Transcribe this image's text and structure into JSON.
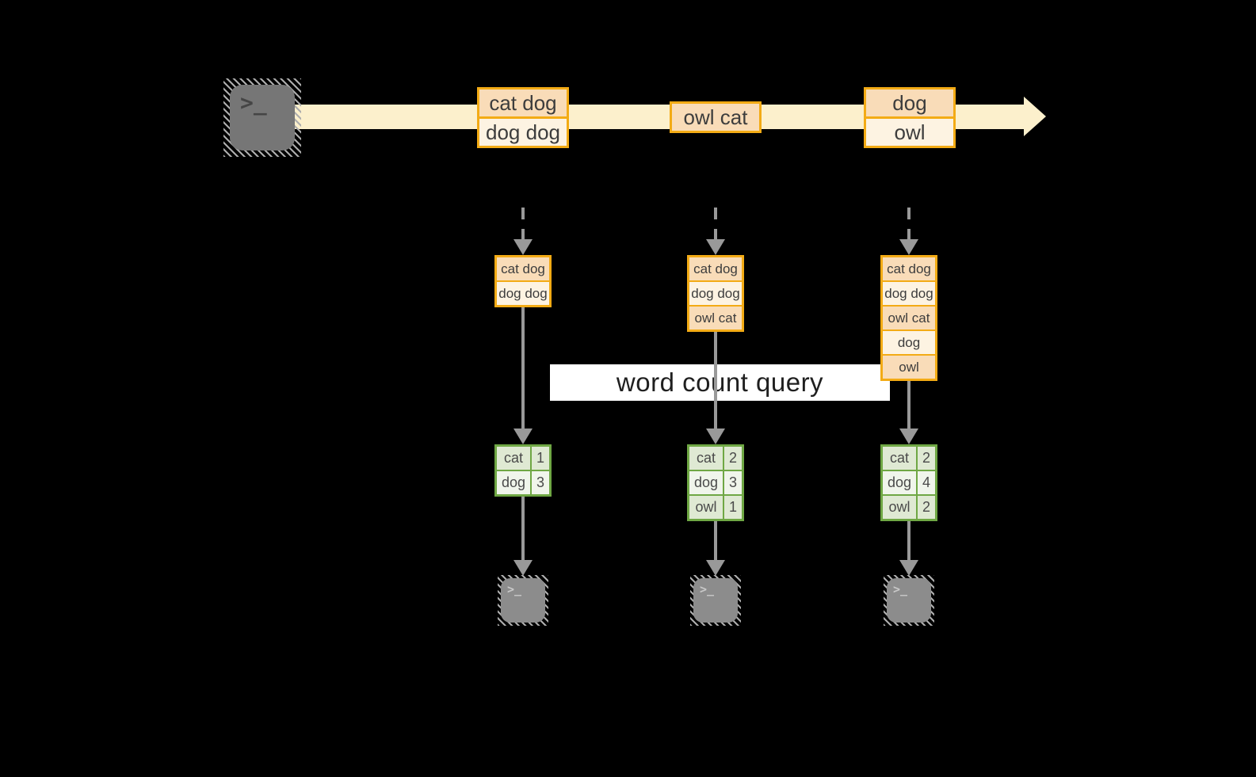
{
  "title": {
    "label": "word count query"
  },
  "colors": {
    "accent_gold": "#f3ab15",
    "peach": "#f9dcb8",
    "cream": "#fdf3e2",
    "stream_band": "#fcf0cc",
    "green": "#6fa744",
    "sage": "#dfe9d3",
    "pale_green": "#f0f5eb",
    "arrow_gray": "#999999"
  },
  "source_terminal": {
    "icon": "terminal-icon",
    "prompt": ">_"
  },
  "stream_batches": [
    {
      "rows": [
        "cat dog",
        "dog dog"
      ]
    },
    {
      "rows": [
        "owl cat"
      ]
    },
    {
      "rows": [
        "dog",
        "owl"
      ]
    }
  ],
  "columns": [
    {
      "accumulated_rows": [
        "cat dog",
        "dog dog"
      ],
      "counts": [
        {
          "word": "cat",
          "count": "1"
        },
        {
          "word": "dog",
          "count": "3"
        }
      ],
      "sink_terminal": {
        "icon": "terminal-icon",
        "prompt": ">_"
      }
    },
    {
      "accumulated_rows": [
        "cat dog",
        "dog dog",
        "owl cat"
      ],
      "counts": [
        {
          "word": "cat",
          "count": "2"
        },
        {
          "word": "dog",
          "count": "3"
        },
        {
          "word": "owl",
          "count": "1"
        }
      ],
      "sink_terminal": {
        "icon": "terminal-icon",
        "prompt": ">_"
      }
    },
    {
      "accumulated_rows": [
        "cat dog",
        "dog dog",
        "owl cat",
        "dog",
        "owl"
      ],
      "counts": [
        {
          "word": "cat",
          "count": "2"
        },
        {
          "word": "dog",
          "count": "4"
        },
        {
          "word": "owl",
          "count": "2"
        }
      ],
      "sink_terminal": {
        "icon": "terminal-icon",
        "prompt": ">_"
      }
    }
  ]
}
